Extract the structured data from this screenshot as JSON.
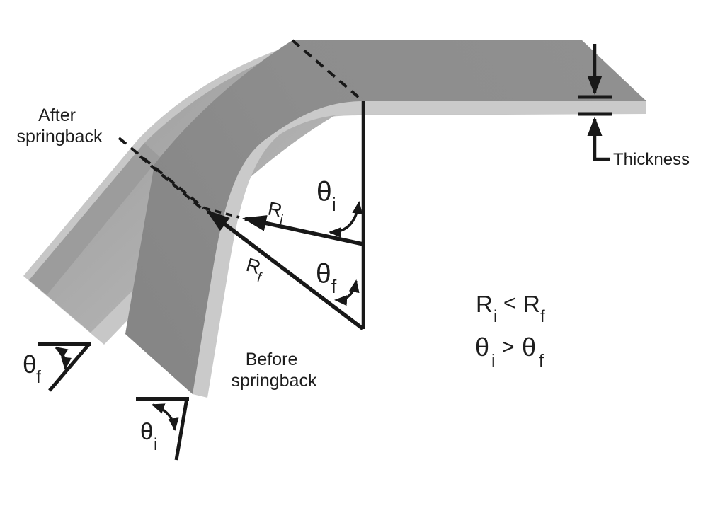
{
  "title": "Springback in sheet-metal bending diagram",
  "colors": {
    "background": "#ffffff",
    "sheet_before_top": "#8b8b8b",
    "sheet_before_edge": "#cacaca",
    "sheet_after_top": "#a9a9a9",
    "sheet_after_shading": "#9c9c9c",
    "sheet_after_edge": "#c7c7c7",
    "annotation": "#181818"
  },
  "labels": {
    "after_springback": {
      "line1": "After",
      "line2": "springback"
    },
    "before_springback": {
      "line1": "Before",
      "line2": "springback"
    },
    "thickness": "Thickness"
  },
  "annotations": {
    "initial_radius": {
      "base": "R",
      "sub": "i"
    },
    "final_radius": {
      "base": "R",
      "sub": "f"
    },
    "initial_angle": {
      "base": "θ",
      "sub": "i"
    },
    "final_angle": {
      "base": "θ",
      "sub": "f"
    }
  },
  "relations": {
    "radius": {
      "lhs_base": "R",
      "lhs_sub": "i",
      "operator": "<",
      "rhs_base": "R",
      "rhs_sub": "f"
    },
    "angle": {
      "lhs_base": "θ",
      "lhs_sub": "i",
      "operator": ">",
      "rhs_base": "θ",
      "rhs_sub": "f"
    }
  }
}
